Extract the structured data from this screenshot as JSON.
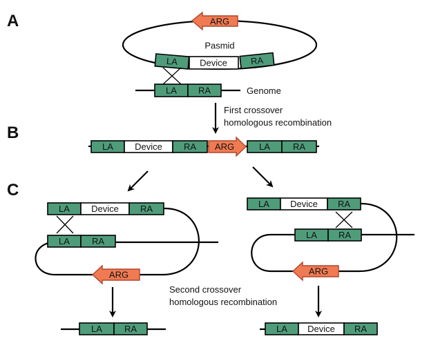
{
  "panels": {
    "a": "A",
    "b": "B",
    "c": "C"
  },
  "labels": {
    "arg": "ARG",
    "la": "LA",
    "ra": "RA",
    "device": "Device",
    "pasmid": "Pasmid",
    "genome": "Genome",
    "first_crossover": [
      "First crossover",
      "homologous recombination"
    ],
    "second_crossover": [
      "Second crossover",
      "homologous recombination"
    ]
  },
  "colors": {
    "homology_arm": "#4f9c7b",
    "arg_fill": "#f07b53",
    "device_fill": "#ffffff",
    "line": "#000000"
  }
}
